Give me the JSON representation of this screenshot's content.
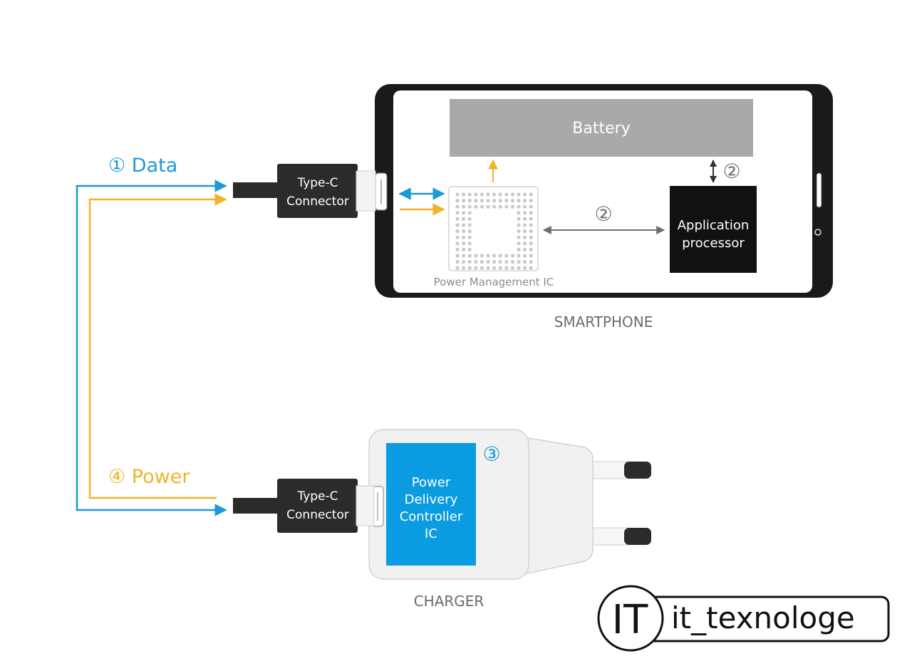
{
  "colors": {
    "data_line": "#1c9ad6",
    "power_line": "#f0b42a",
    "pd_controller_fill": "#0a9be0",
    "battery_fill": "#a9a9a9",
    "phone_frame": "#1a1a1a",
    "connector_fill": "#2b2b2b"
  },
  "labels": {
    "data": "① Data",
    "power": "④ Power",
    "step2": "②",
    "step3": "③"
  },
  "smartphone": {
    "caption": "SMARTPHONE",
    "battery": "Battery",
    "connector_line1": "Type-C",
    "connector_line2": "Connector",
    "pmic": "Power Management IC",
    "ap_line1": "Application",
    "ap_line2": "processor"
  },
  "charger": {
    "caption": "CHARGER",
    "connector_line1": "Type-C",
    "connector_line2": "Connector",
    "pdc_line1": "Power",
    "pdc_line2": "Delivery",
    "pdc_line3": "Controller",
    "pdc_line4": "IC"
  },
  "watermark": {
    "logo": "IT",
    "handle": "it_texnologe"
  }
}
